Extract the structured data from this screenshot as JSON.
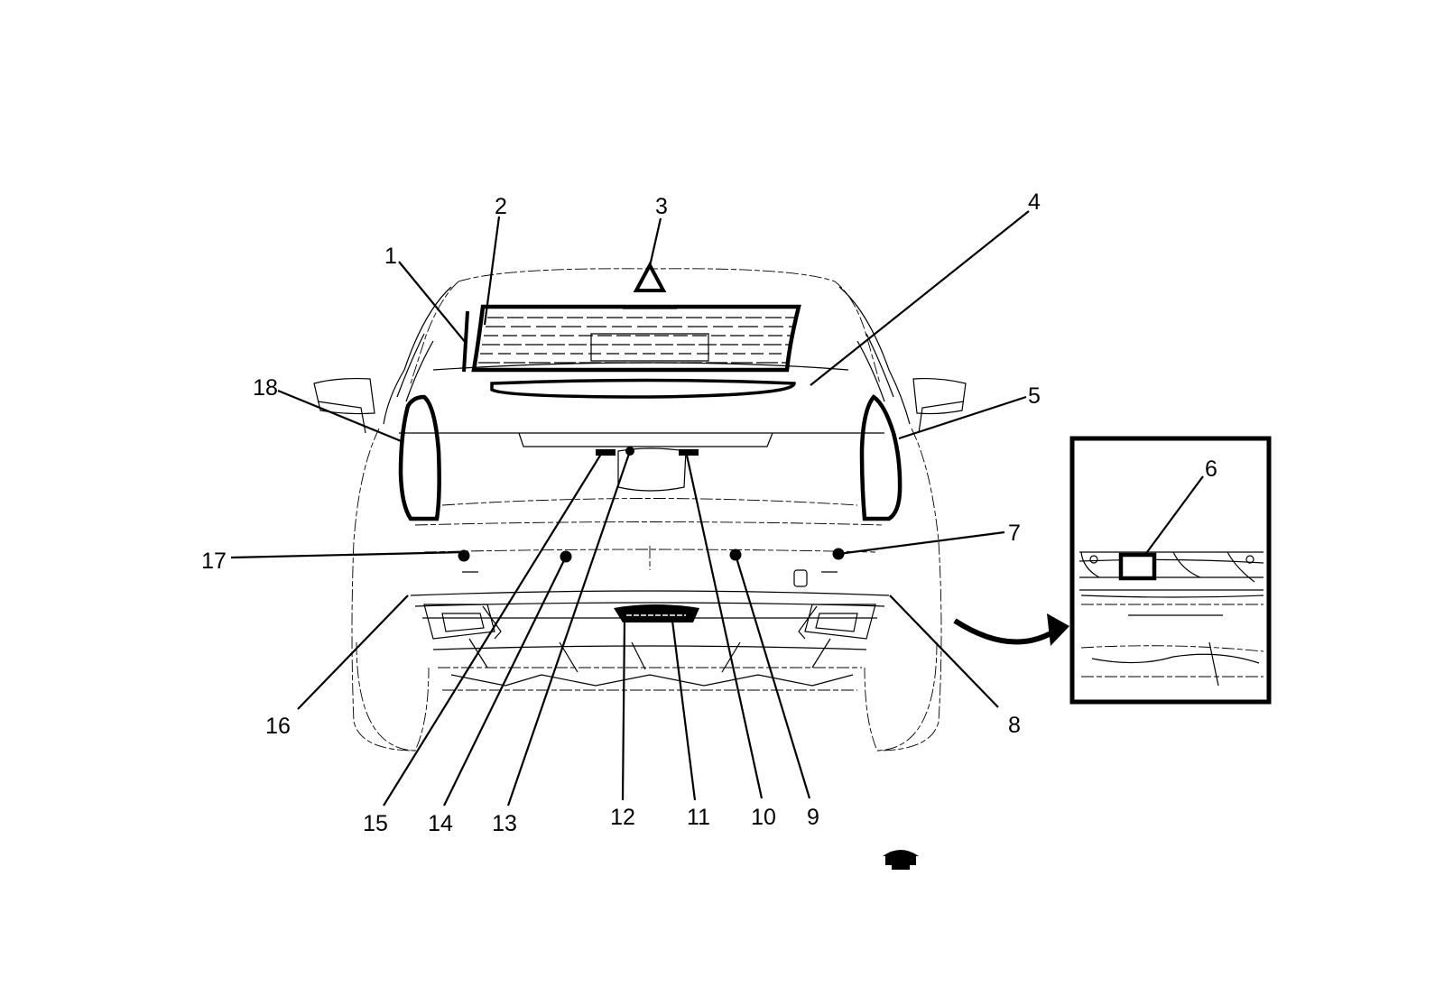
{
  "diagram": {
    "callouts": [
      "1",
      "2",
      "3",
      "4",
      "5",
      "6",
      "7",
      "8",
      "9",
      "10",
      "11",
      "12",
      "13",
      "14",
      "15",
      "16",
      "17",
      "18"
    ],
    "front_indicator_icon": "vehicle-front-arrow-icon",
    "inset_arrow_icon": "curved-arrow-icon"
  }
}
